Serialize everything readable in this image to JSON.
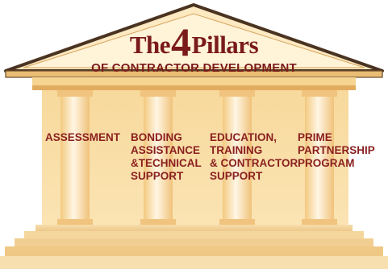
{
  "title": {
    "prefix": "The",
    "number": "4",
    "suffix": "Pillars",
    "subtitle": "OF CONTRACTOR DEVELOPMENT"
  },
  "pillars": [
    {
      "lines": [
        "ASSESSMENT"
      ]
    },
    {
      "lines": [
        "BONDING",
        "ASSISTANCE",
        "&TECHNICAL",
        "SUPPORT"
      ]
    },
    {
      "lines": [
        "EDUCATION,",
        "TRAINING",
        "& CONTRACTOR",
        "SUPPORT"
      ]
    },
    {
      "lines": [
        "PRIME",
        "PARTNERSHIP",
        "PROGRAM"
      ]
    }
  ],
  "colors": {
    "text": "#8a1f1f",
    "stone_light": "#fdf0d0",
    "stone_mid": "#f6d79a",
    "stone_dark": "#e8b868",
    "outline": "#6b4a2a"
  }
}
